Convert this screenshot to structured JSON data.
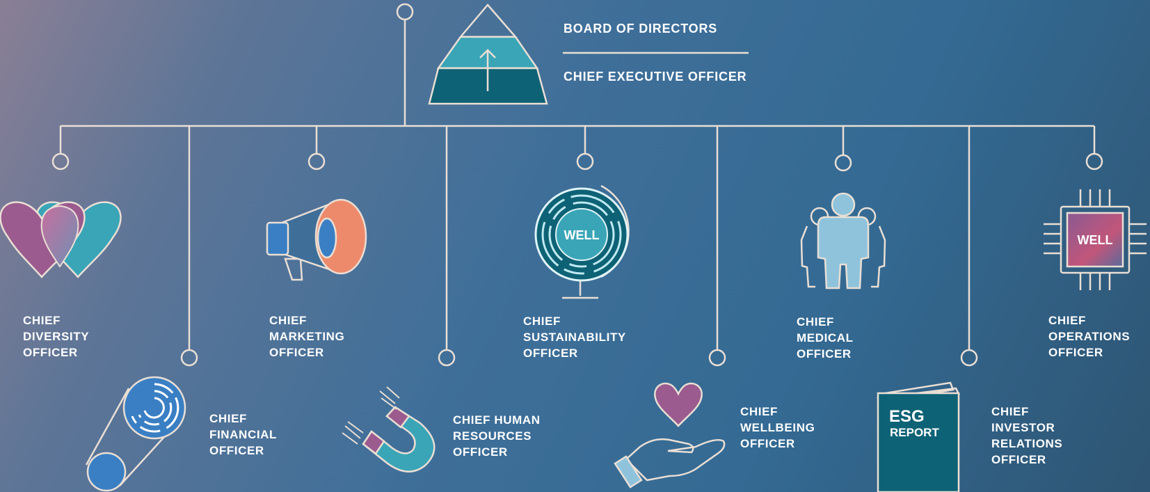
{
  "top": {
    "board": "BOARD OF DIRECTORS",
    "ceo": "CHIEF EXECUTIVE OFFICER"
  },
  "roles": [
    {
      "id": "diversity",
      "icon": "hearts-icon",
      "lines": [
        "CHIEF",
        "DIVERSITY",
        "OFFICER"
      ]
    },
    {
      "id": "financial",
      "icon": "coin-pulley-icon",
      "lines": [
        "CHIEF",
        "FINANCIAL",
        "OFFICER"
      ]
    },
    {
      "id": "marketing",
      "icon": "megaphone-icon",
      "lines": [
        "CHIEF",
        "MARKETING",
        "OFFICER"
      ]
    },
    {
      "id": "human-resources",
      "icon": "magnet-icon",
      "lines": [
        "CHIEF HUMAN",
        "RESOURCES",
        "OFFICER"
      ]
    },
    {
      "id": "sustainability",
      "icon": "globe-icon",
      "lines": [
        "CHIEF",
        "SUSTAINABILITY",
        "OFFICER"
      ]
    },
    {
      "id": "wellbeing",
      "icon": "heart-in-hand-icon",
      "lines": [
        "CHIEF",
        "WELLBEING",
        "OFFICER"
      ]
    },
    {
      "id": "medical",
      "icon": "people-icon",
      "lines": [
        "CHIEF",
        "MEDICAL",
        "OFFICER"
      ]
    },
    {
      "id": "investor-relations",
      "icon": "esg-report-icon",
      "lines": [
        "CHIEF",
        "INVESTOR",
        "RELATIONS",
        "OFFICER"
      ]
    },
    {
      "id": "operations",
      "icon": "chip-icon",
      "lines": [
        "CHIEF",
        "OPERATIONS",
        "OFFICER"
      ]
    }
  ],
  "icon_text": {
    "globe": "WELL",
    "chip": "WELL",
    "report_line1": "ESG",
    "report_line2": "REPORT"
  },
  "colors": {
    "line": "#eadfd5",
    "teal": "#3aa5b7",
    "teal_dark": "#0e6275",
    "purple": "#9b5b8e",
    "salmon": "#ee8a6c",
    "blue": "#3a7fc4",
    "light_blue": "#8fc3dc"
  }
}
